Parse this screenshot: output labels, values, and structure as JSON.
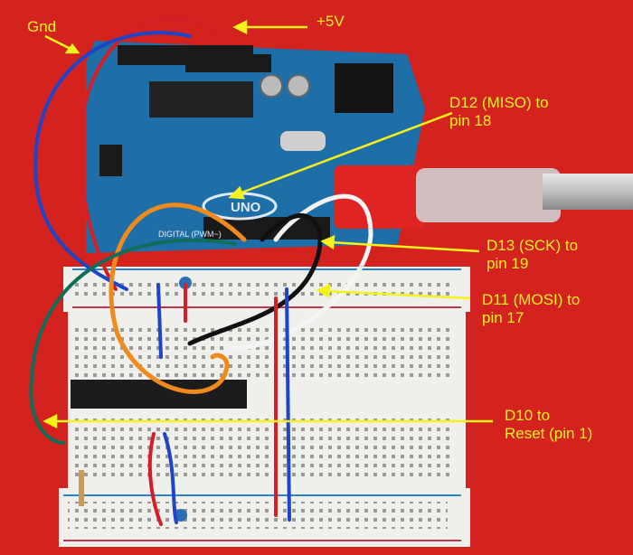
{
  "board": {
    "brand_text": "UNO",
    "header_text": "DIGITAL (PWM~)"
  },
  "annotations": {
    "gnd": "Gnd",
    "plus5v": "+5V",
    "miso": "D12 (MISO) to\npin 18",
    "sck": "D13 (SCK) to\npin 19",
    "mosi": "D11 (MOSI) to\npin 17",
    "reset": "D10 to\nReset (pin 1)"
  },
  "colors": {
    "background": "#d4221f",
    "annotation": "#f4f21a",
    "board": "#1e6ea8",
    "breadboard": "#efefec"
  }
}
